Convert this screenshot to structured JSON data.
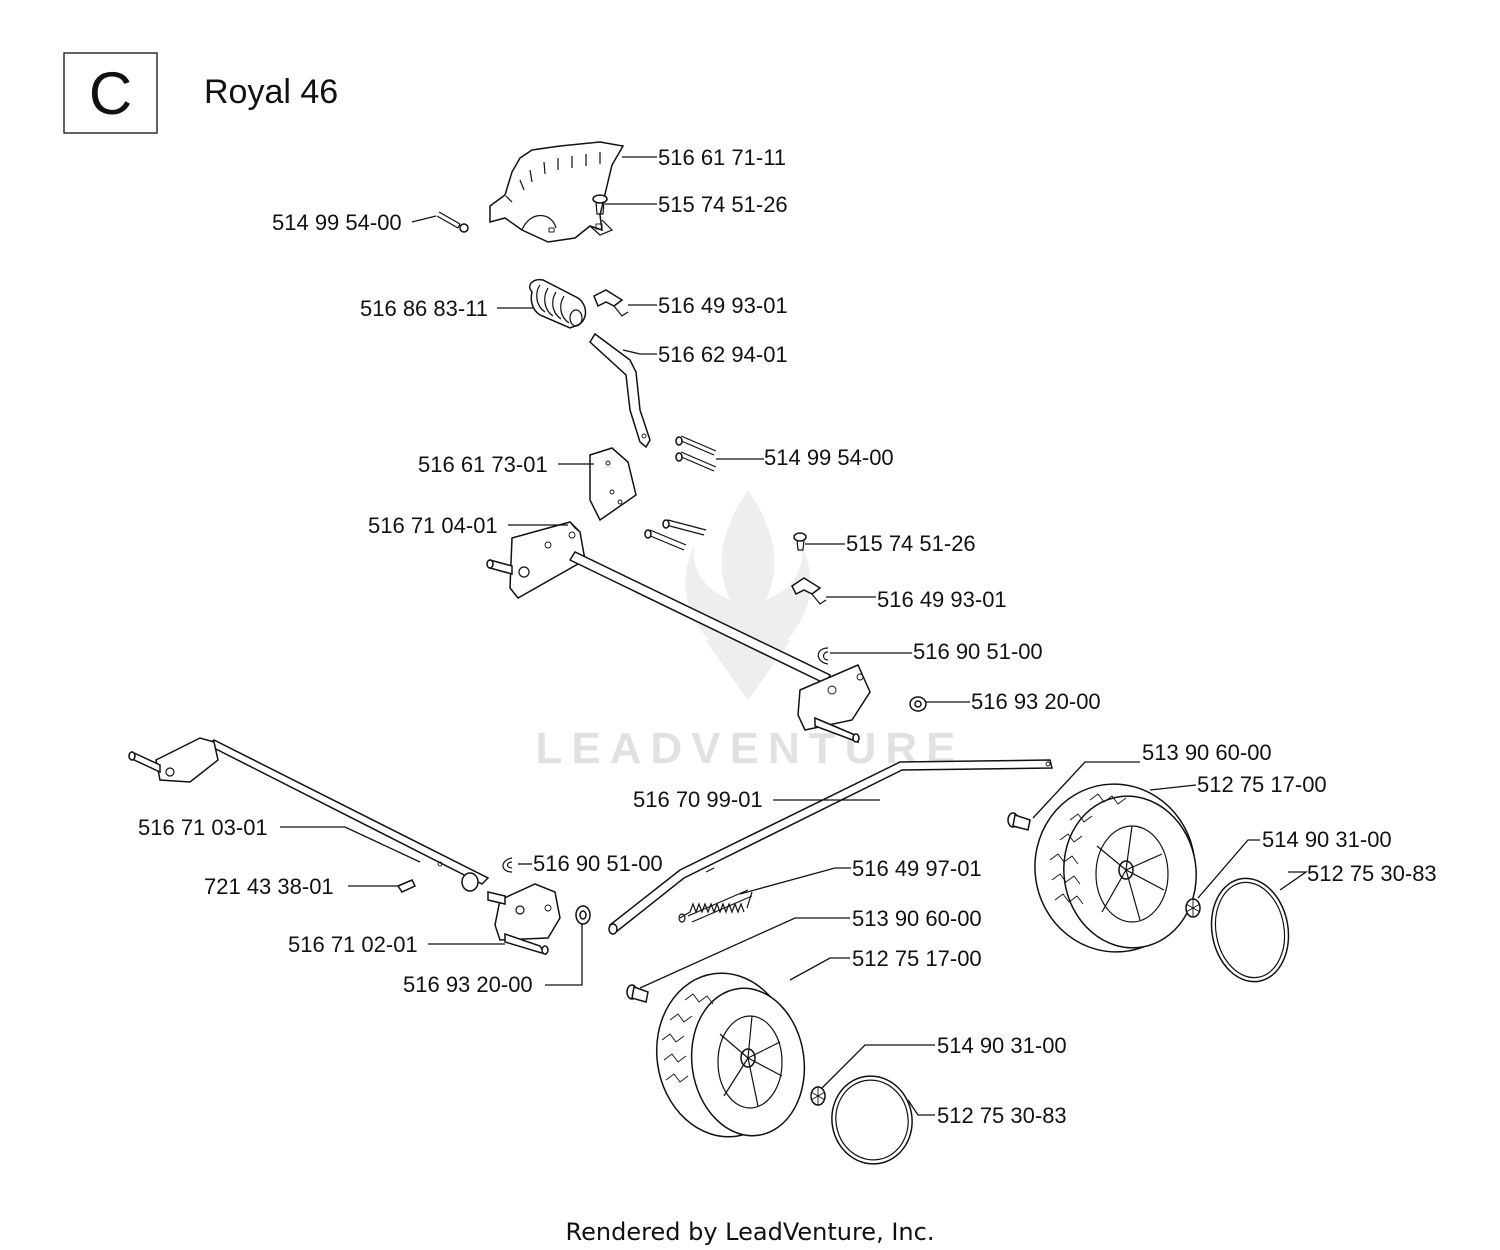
{
  "header": {
    "section_letter": "C",
    "model_title": "Royal 46"
  },
  "watermark": {
    "brand": "LEADVENTURE"
  },
  "parts": [
    {
      "id": "p01",
      "part_number": "516 61 71-11"
    },
    {
      "id": "p02",
      "part_number": "515 74 51-26"
    },
    {
      "id": "p03",
      "part_number": "514 99 54-00"
    },
    {
      "id": "p04",
      "part_number": "516 86 83-11"
    },
    {
      "id": "p05",
      "part_number": "516 49 93-01"
    },
    {
      "id": "p06",
      "part_number": "516 62 94-01"
    },
    {
      "id": "p07",
      "part_number": "514 99 54-00"
    },
    {
      "id": "p08",
      "part_number": "516 61 73-01"
    },
    {
      "id": "p09",
      "part_number": "516 71 04-01"
    },
    {
      "id": "p10",
      "part_number": "515 74 51-26"
    },
    {
      "id": "p11",
      "part_number": "516 49 93-01"
    },
    {
      "id": "p12",
      "part_number": "516 90 51-00"
    },
    {
      "id": "p13",
      "part_number": "516 93 20-00"
    },
    {
      "id": "p14",
      "part_number": "513 90 60-00"
    },
    {
      "id": "p15",
      "part_number": "512 75 17-00"
    },
    {
      "id": "p16",
      "part_number": "516 70 99-01"
    },
    {
      "id": "p17",
      "part_number": "516 71 03-01"
    },
    {
      "id": "p18",
      "part_number": "514 90 31-00"
    },
    {
      "id": "p19",
      "part_number": "512 75 30-83"
    },
    {
      "id": "p20",
      "part_number": "516 90 51-00"
    },
    {
      "id": "p21",
      "part_number": "516 49 97-01"
    },
    {
      "id": "p22",
      "part_number": "721 43 38-01"
    },
    {
      "id": "p23",
      "part_number": "513 90 60-00"
    },
    {
      "id": "p24",
      "part_number": "516 71 02-01"
    },
    {
      "id": "p25",
      "part_number": "512 75 17-00"
    },
    {
      "id": "p26",
      "part_number": "516 93 20-00"
    },
    {
      "id": "p27",
      "part_number": "514 90 31-00"
    },
    {
      "id": "p28",
      "part_number": "512 75 30-83"
    }
  ],
  "footer": {
    "credit": "Rendered by LeadVenture, Inc."
  }
}
